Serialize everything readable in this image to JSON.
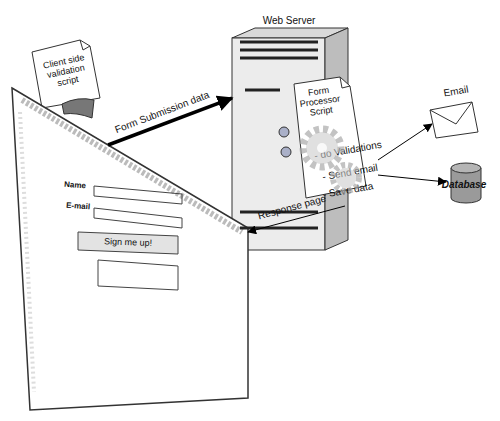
{
  "diagram": {
    "nodes": [
      {
        "text": [
          "Web Server"
        ]
      },
      {
        "text": [
          "Form Processor Script",
          "- do Validations",
          "- Send email",
          "- Save data"
        ],
        "in": 0
      },
      {
        "text": [
          "Client side validation script"
        ]
      },
      {
        "text": [
          "Email"
        ]
      },
      {
        "text": [
          "Database"
        ]
      },
      {
        "text": [
          "Name",
          "E-mail"
        ]
      },
      {
        "text": [
          "Sign me up!"
        ],
        "in": 5
      }
    ],
    "edges": [
      {
        "from": 5,
        "to": 0,
        "label": "Form Submission data",
        "arrow": "to"
      },
      {
        "from": 1,
        "to": 3,
        "arrow": "to"
      },
      {
        "from": 1,
        "to": 4,
        "arrow": "to"
      },
      {
        "from": 1,
        "to": 5,
        "label": "Response page",
        "arrow": "to"
      }
    ]
  }
}
